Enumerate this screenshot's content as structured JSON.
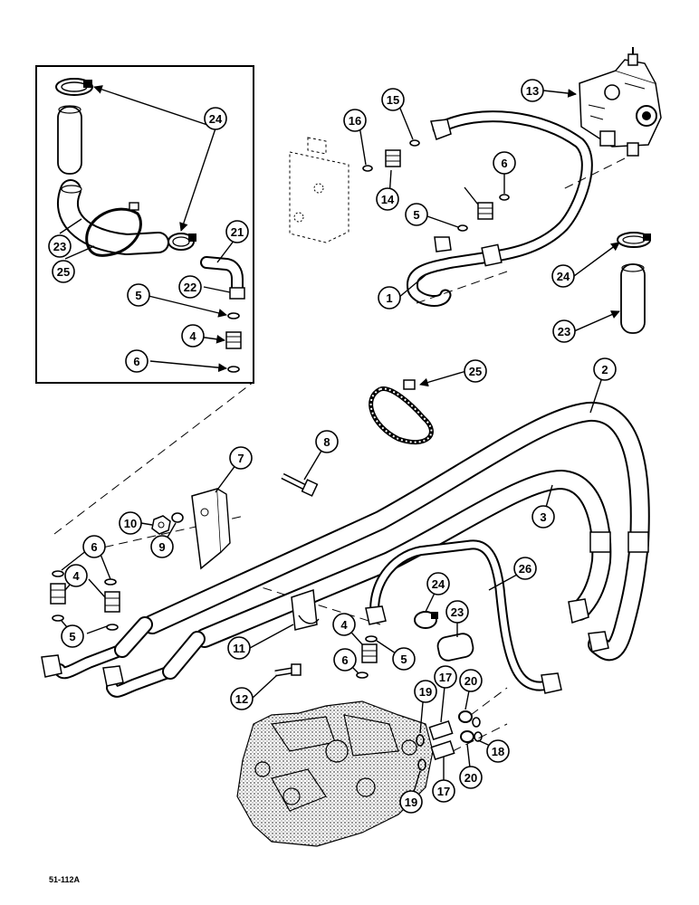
{
  "figure": {
    "reference": "51-112A"
  },
  "callouts": [
    {
      "label": "1"
    },
    {
      "label": "2"
    },
    {
      "label": "3"
    },
    {
      "label": "4"
    },
    {
      "label": "4"
    },
    {
      "label": "4"
    },
    {
      "label": "5"
    },
    {
      "label": "5"
    },
    {
      "label": "5"
    },
    {
      "label": "5"
    },
    {
      "label": "6"
    },
    {
      "label": "6"
    },
    {
      "label": "6"
    },
    {
      "label": "6"
    },
    {
      "label": "7"
    },
    {
      "label": "8"
    },
    {
      "label": "9"
    },
    {
      "label": "10"
    },
    {
      "label": "11"
    },
    {
      "label": "12"
    },
    {
      "label": "13"
    },
    {
      "label": "14"
    },
    {
      "label": "15"
    },
    {
      "label": "16"
    },
    {
      "label": "17"
    },
    {
      "label": "17"
    },
    {
      "label": "18"
    },
    {
      "label": "19"
    },
    {
      "label": "19"
    },
    {
      "label": "20"
    },
    {
      "label": "20"
    },
    {
      "label": "21"
    },
    {
      "label": "22"
    },
    {
      "label": "23"
    },
    {
      "label": "23"
    },
    {
      "label": "23"
    },
    {
      "label": "24"
    },
    {
      "label": "24"
    },
    {
      "label": "24"
    },
    {
      "label": "25"
    },
    {
      "label": "25"
    },
    {
      "label": "26"
    },
    {
      "label": "4"
    },
    {
      "label": "5"
    },
    {
      "label": "6"
    }
  ]
}
